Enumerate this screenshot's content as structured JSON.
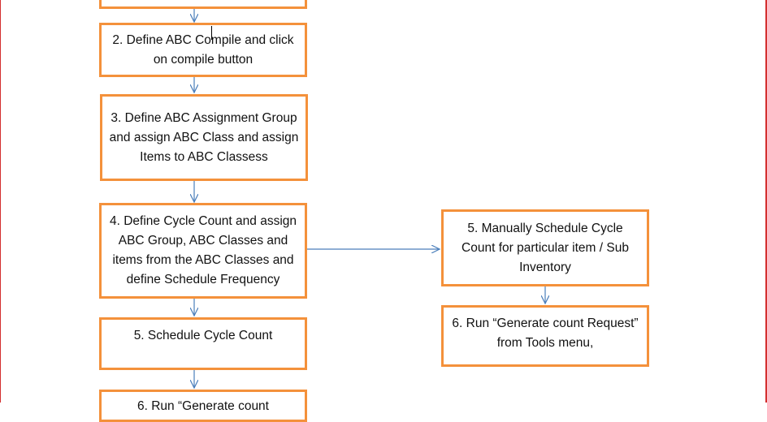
{
  "flowchart": {
    "steps": {
      "step2": "2. Define ABC Compile and click on compile button",
      "step3": "3. Define ABC Assignment Group and assign ABC Class and assign Items to ABC Classess",
      "step4": "4. Define Cycle Count and assign ABC Group, ABC Classes and items from the ABC Classes and define Schedule Frequency",
      "step5_left": "5. Schedule Cycle Count",
      "step5_right": "5. Manually Schedule Cycle Count for particular item / Sub Inventory",
      "step6_right": "6. Run “Generate count Request” from Tools menu,",
      "step6_left_partial": "6. Run “Generate count"
    }
  },
  "colors": {
    "box_border": "#f4913b",
    "connector": "#4a7ebb",
    "frame": "#d32f2f"
  }
}
